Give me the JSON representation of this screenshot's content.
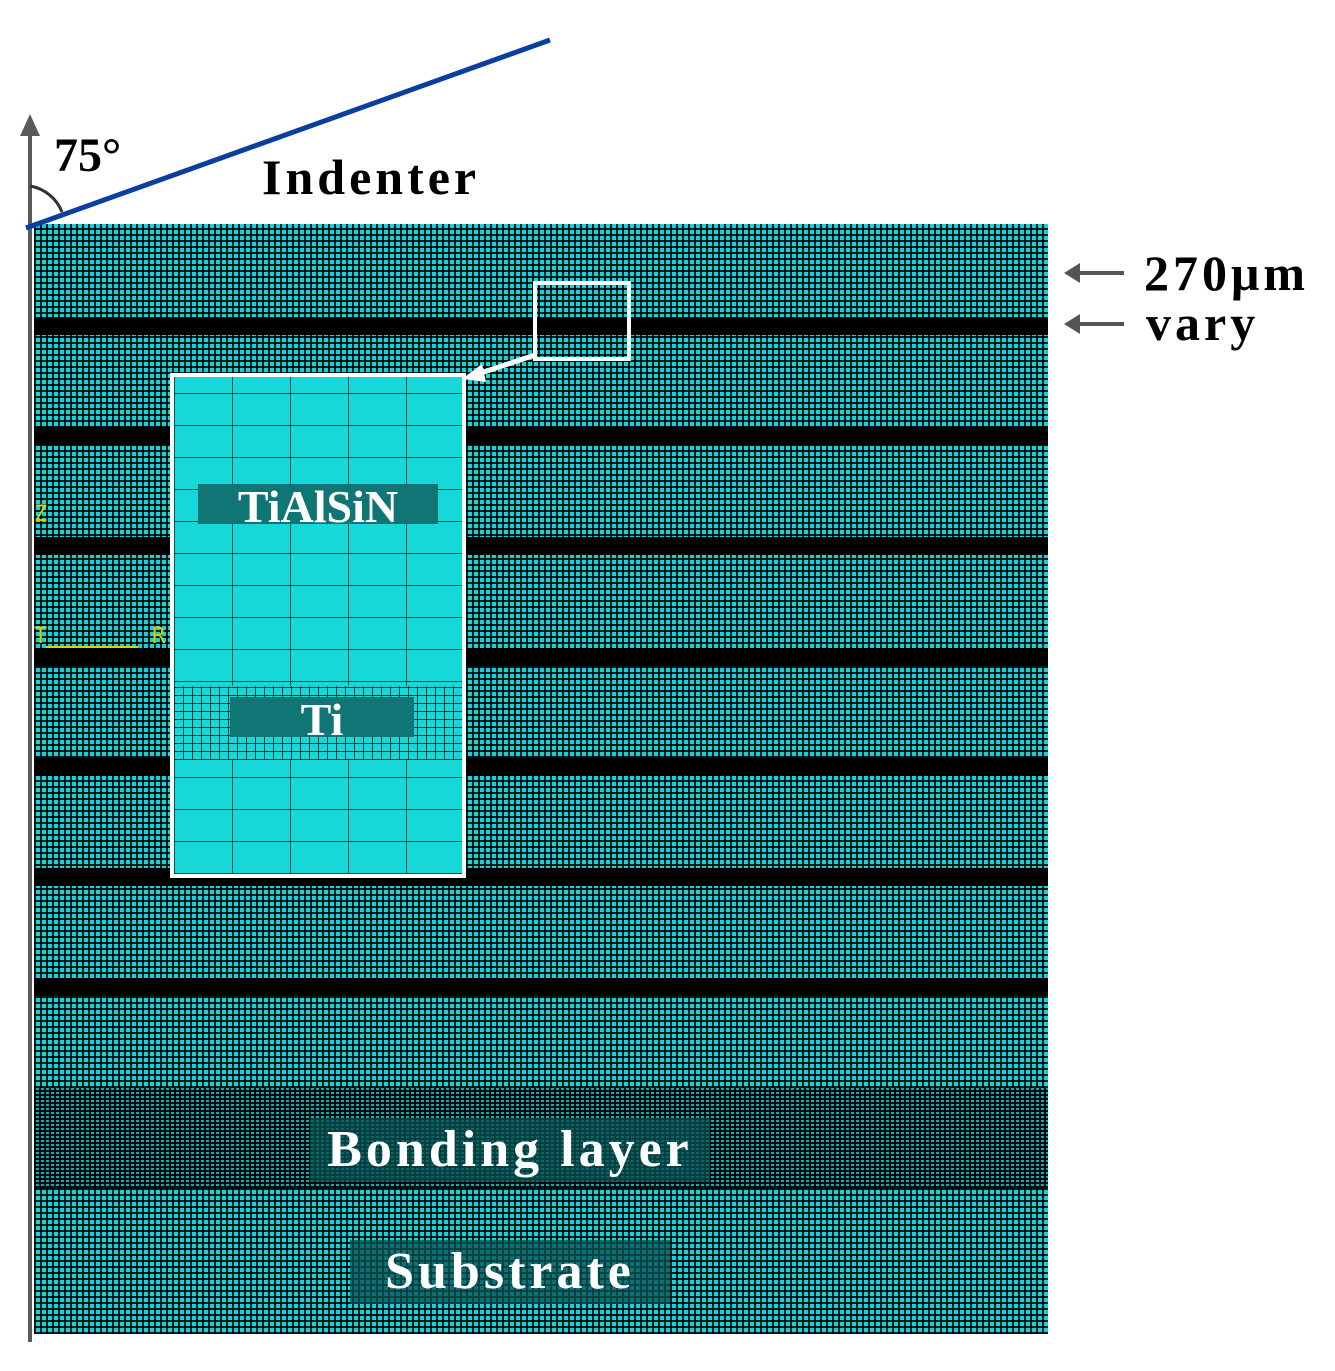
{
  "labels": {
    "angle": "75°",
    "indenter": "Indenter",
    "top_layer_thickness": "270μm",
    "layer_thickness": "vary",
    "coating_material": "TiAlSiN",
    "interlayer_material": "Ti",
    "bonding_layer": "Bonding layer",
    "substrate": "Substrate"
  },
  "triad": {
    "z": "Z",
    "r_origin": "T",
    "r": "R"
  },
  "colors": {
    "mesh": "#19d0d4",
    "dark_band": "#000000",
    "indenter_line": "#0a3fa0",
    "inset_fill": "#16d8d8",
    "tag_fill": "#0f7575",
    "axis": "#5a5a5a",
    "triad": "#d4d400"
  }
}
